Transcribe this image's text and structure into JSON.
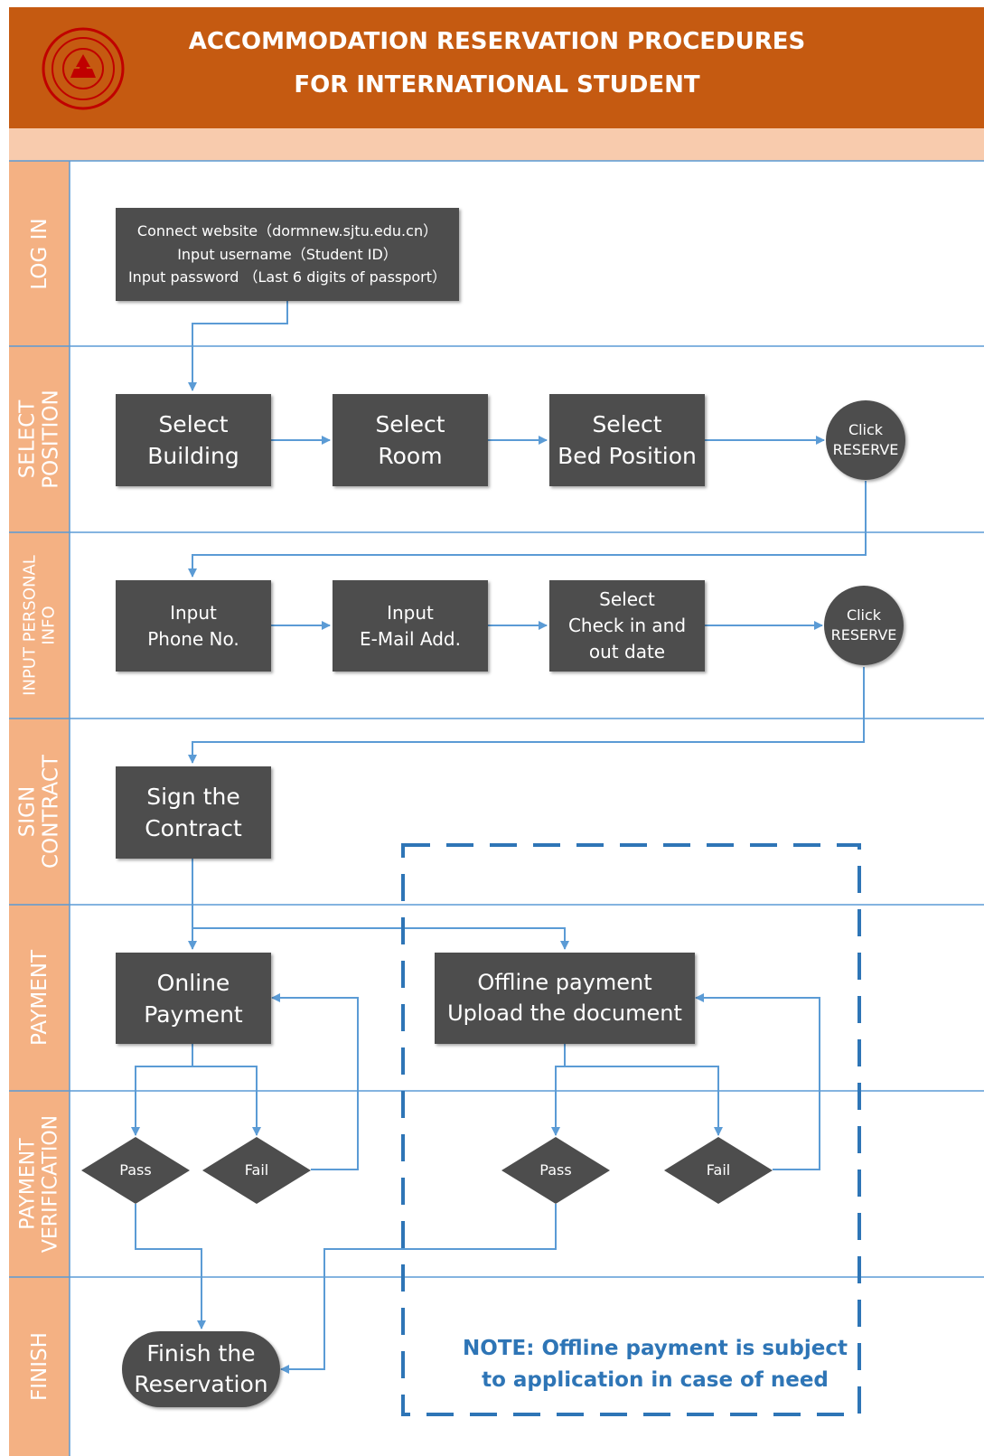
{
  "title": {
    "line1": "ACCOMMODATION RESERVATION PROCEDURES",
    "line2": "FOR INTERNATIONAL STUDENT"
  },
  "colors": {
    "header": "#c55a11",
    "band": "#f8cbad",
    "lane_strip": "#f4b183",
    "lane_line": "#5b9bd5",
    "box": "#4d4d4d",
    "arrow": "#5b9bd5",
    "note": "#2e75b6"
  },
  "logo_icon": "university-seal-icon",
  "lanes": [
    {
      "lines": [
        "LOG IN"
      ]
    },
    {
      "lines": [
        "SELECT",
        "POSITION"
      ]
    },
    {
      "lines": [
        "INPUT PERSONAL",
        "INFO"
      ]
    },
    {
      "lines": [
        "SIGN",
        "CONTRACT"
      ]
    },
    {
      "lines": [
        "PAYMENT"
      ]
    },
    {
      "lines": [
        "PAYMENT",
        "VERIFICATION"
      ]
    },
    {
      "lines": [
        "FINISH"
      ]
    }
  ],
  "login": {
    "lines": [
      "Connect website（dormnew.sjtu.edu.cn）",
      "Input username（Student ID）",
      "Input password （Last 6 digits of passport）"
    ]
  },
  "select_position": {
    "building": [
      "Select",
      "Building"
    ],
    "room": [
      "Select",
      "Room"
    ],
    "bed": [
      "Select",
      "Bed Position"
    ],
    "reserve": [
      "Click",
      "RESERVE"
    ]
  },
  "personal_info": {
    "phone": [
      "Input",
      "Phone No."
    ],
    "email": [
      "Input",
      "E-Mail Add."
    ],
    "dates": [
      "Select",
      "Check in and",
      "out date"
    ],
    "reserve": [
      "Click",
      "RESERVE"
    ]
  },
  "contract": [
    "Sign the",
    "Contract"
  ],
  "payment": {
    "online": [
      "Online",
      "Payment"
    ],
    "offline": [
      "Offline payment",
      "Upload the document"
    ]
  },
  "verification": {
    "online_pass": "Pass",
    "online_fail": "Fail",
    "offline_pass": "Pass",
    "offline_fail": "Fail"
  },
  "finish": [
    "Finish the",
    "Reservation"
  ],
  "note": [
    "NOTE: Offline payment is subject",
    "to application in case of need"
  ]
}
